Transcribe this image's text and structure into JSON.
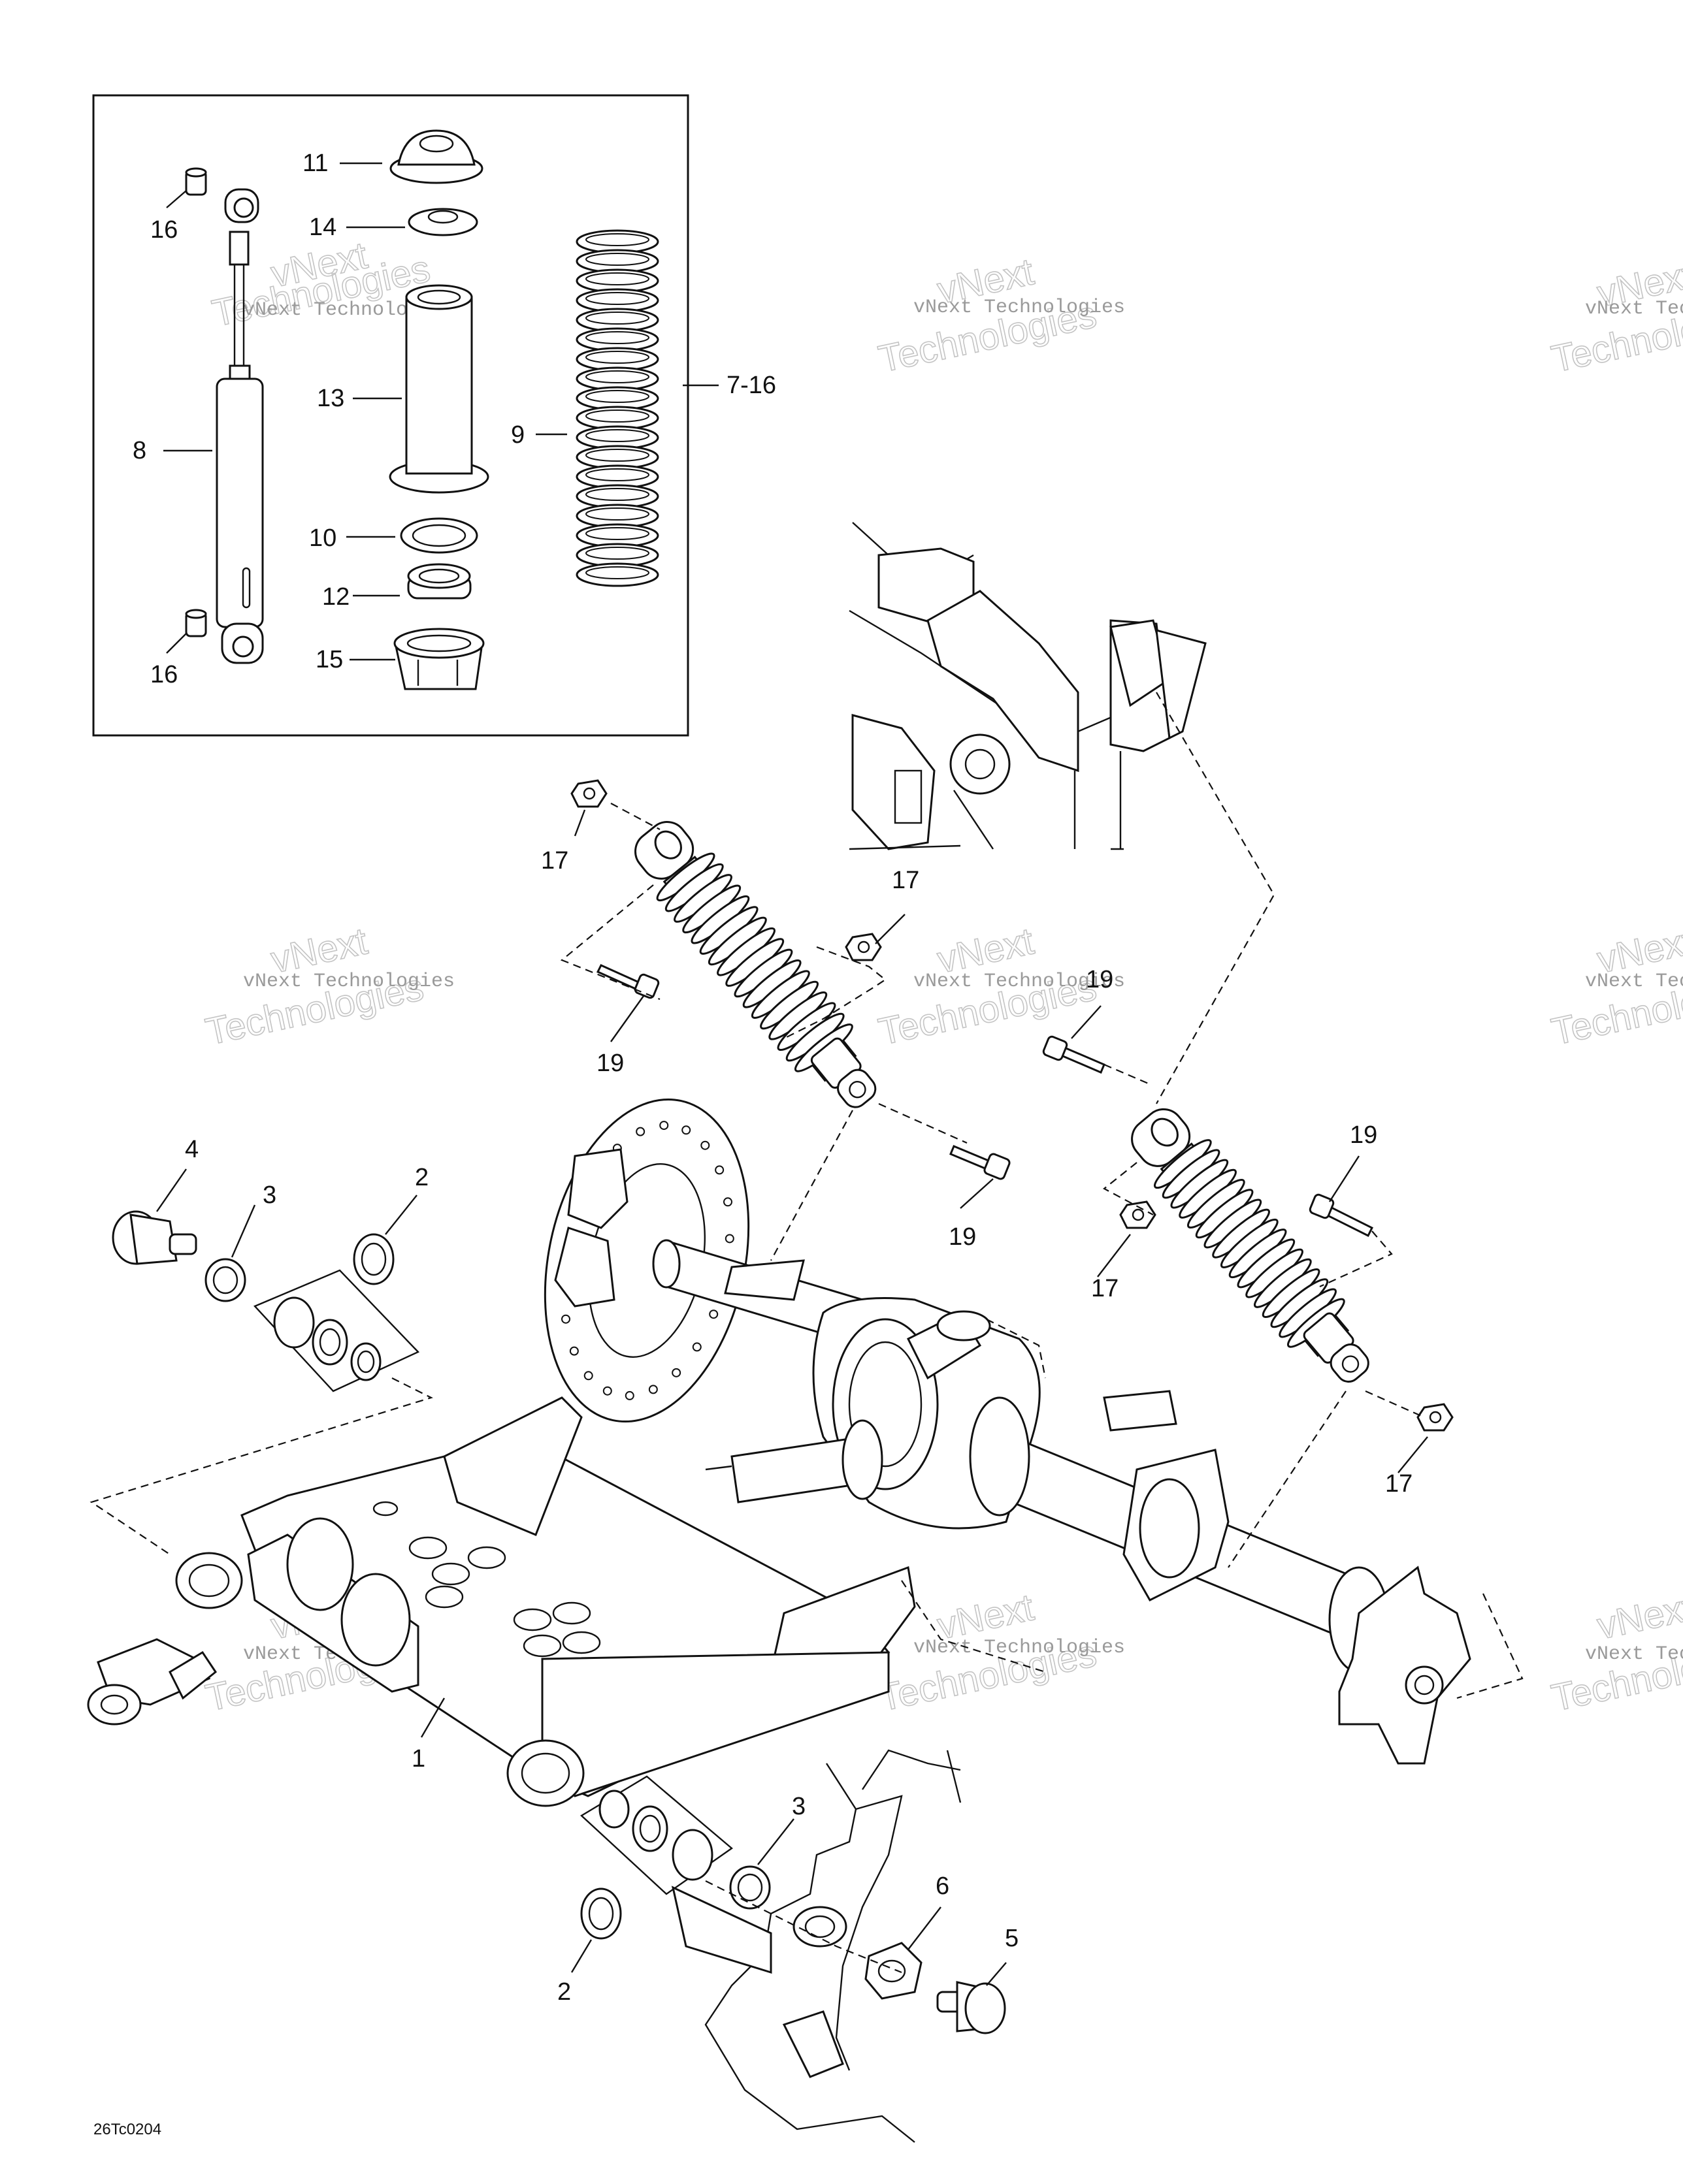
{
  "labels": {
    "l11": "11",
    "l14": "14",
    "l16a": "16",
    "l16b": "16",
    "l13": "13",
    "l8": "8",
    "l9": "9",
    "l7_16": "7-16",
    "l10": "10",
    "l12": "12",
    "l15": "15",
    "l17a": "17",
    "l17b": "17",
    "l17c": "17",
    "l17d": "17",
    "l19a": "19",
    "l19b": "19",
    "l19c": "19",
    "l19d": "19",
    "l4": "4",
    "l3a": "3",
    "l2a": "2",
    "l1": "1",
    "l3b": "3",
    "l6": "6",
    "l5": "5",
    "l2b": "2"
  },
  "watermark": {
    "line1": "vNext Technologies",
    "line2": "vNext",
    "line3": "Technologies"
  },
  "figure_code": "26Tc0204"
}
